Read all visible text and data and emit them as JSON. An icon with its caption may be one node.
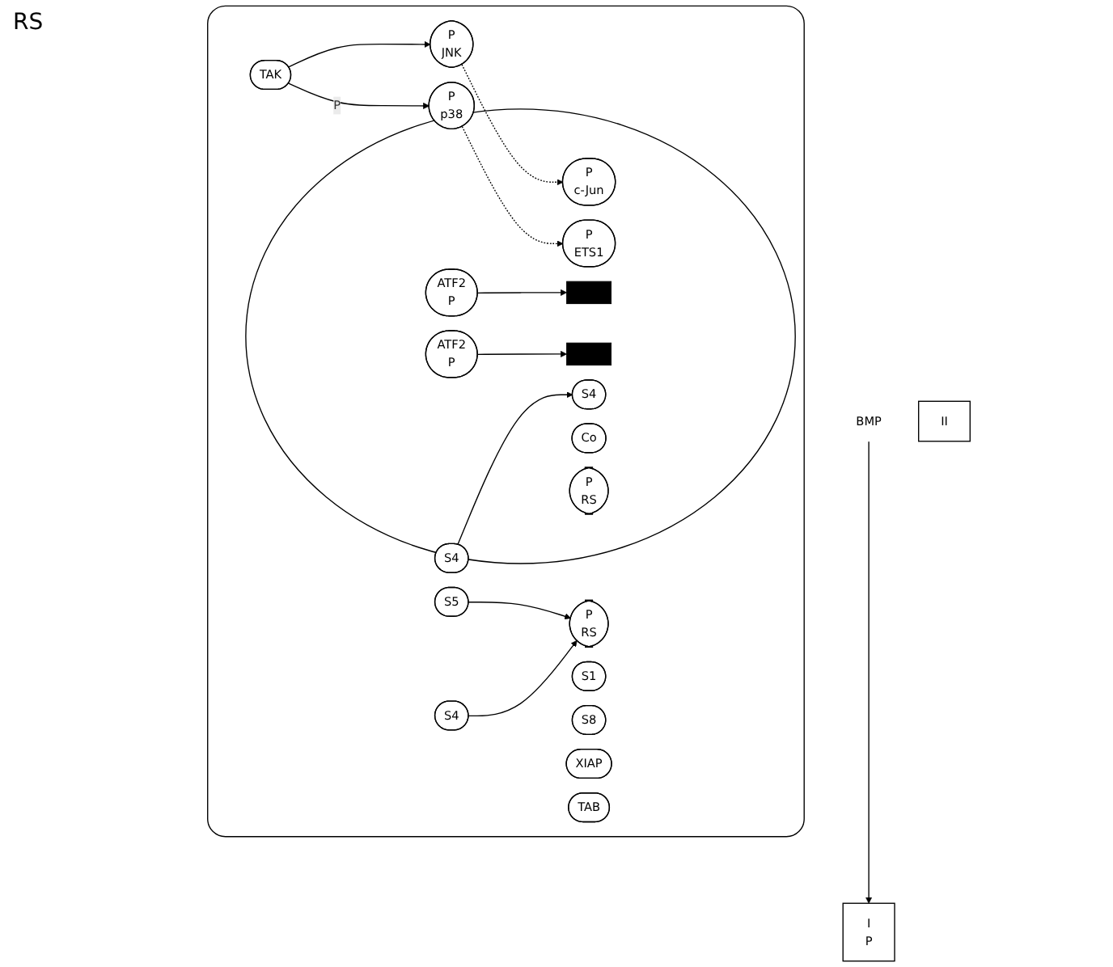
{
  "diagram": {
    "nodes": [
      {
        "text": [
          "BMP"
        ]
      },
      {
        "text": [
          "II"
        ]
      },
      {
        "text": [
          "I",
          "P"
        ]
      },
      {
        "text": [],
        "shape": "box"
      },
      {
        "text": [
          "S1"
        ],
        "in": 3
      },
      {
        "text": [
          "S8"
        ],
        "in": 3
      },
      {
        "text": [
          "S5"
        ],
        "in": 3
      },
      {
        "text": [
          "XIAP"
        ],
        "in": 3
      },
      {
        "text": [
          "TAK"
        ],
        "in": 3
      },
      {
        "text": [
          "TAB"
        ],
        "in": 3
      },
      {
        "text": [
          "P",
          "JNK"
        ],
        "in": 3
      },
      {
        "text": [
          "P",
          "p38"
        ],
        "in": 3
      },
      {
        "text": [
          "S4"
        ],
        "in": 3
      },
      {
        "text": [
          "P",
          "RS"
        ],
        "in": 3
      },
      {
        "text": [
          "S4"
        ],
        "in": 3
      },
      {
        "text": [],
        "shape": "circle",
        "in": 3
      },
      {
        "text": [
          "P",
          "c-Jun"
        ],
        "in": 15
      },
      {
        "text": [
          "P",
          "ETS1"
        ],
        "in": 15
      },
      {
        "text": [
          "ATF2",
          "P"
        ],
        "in": 15
      },
      {
        "text": [
          "ATF2",
          "P"
        ],
        "in": 15
      },
      {
        "text": [],
        "shape": "bar",
        "in": 15
      },
      {
        "text": [],
        "shape": "bar",
        "in": 15
      },
      {
        "text": [
          "Co"
        ],
        "in": 15
      },
      {
        "text": [
          "P",
          "RS"
        ],
        "in": 15
      },
      {
        "text": [
          "S4"
        ],
        "in": 15
      }
    ],
    "edges": [
      {
        "from": 0,
        "to": 2,
        "arrow": "to"
      },
      {
        "from": 6,
        "to": 13,
        "arrow": "to"
      },
      {
        "from": 12,
        "to": 13,
        "arrow": "to"
      },
      {
        "from": 8,
        "to": 10,
        "arrow": "to"
      },
      {
        "from": 8,
        "to": 11,
        "arrow": "to",
        "label": "P"
      },
      {
        "from": 11,
        "to": 17,
        "arrow": "to",
        "style": "dashed"
      },
      {
        "from": 10,
        "to": 16,
        "arrow": "to",
        "style": "dashed"
      },
      {
        "from": 19,
        "to": 20,
        "arrow": "to"
      },
      {
        "from": 18,
        "to": 21,
        "arrow": "to"
      },
      {
        "from": 14,
        "to": 24,
        "arrow": "to"
      }
    ],
    "labels": [
      "RS"
    ]
  }
}
